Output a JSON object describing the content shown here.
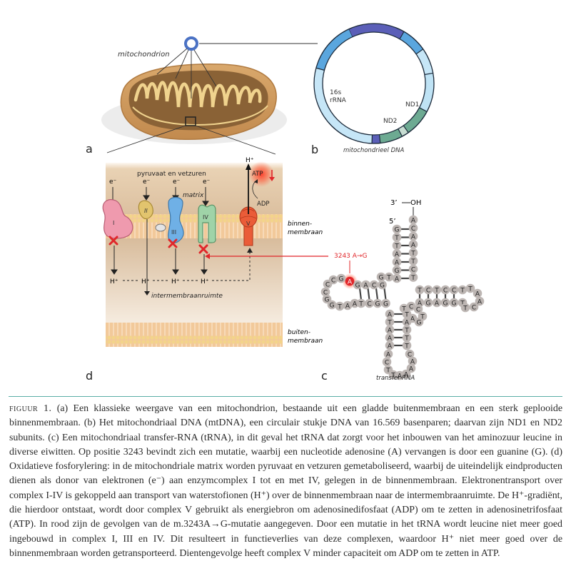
{
  "panels": {
    "a": {
      "letter": "a",
      "label": "mitochondrion"
    },
    "b": {
      "letter": "b",
      "label": "mitochondrieel DNA",
      "genes": [
        "16s",
        "rRNA",
        "ND1",
        "ND2"
      ],
      "segments": [
        {
          "from": -115,
          "to": -60,
          "color": "#5b5fb8"
        },
        {
          "from": -60,
          "to": -35,
          "color": "#5aa6de"
        },
        {
          "from": -35,
          "to": -10,
          "color": "#c6e6f7"
        },
        {
          "from": -10,
          "to": 28,
          "color": "#bfe3f5"
        },
        {
          "from": 28,
          "to": 55,
          "color": "#6daa92"
        },
        {
          "from": 55,
          "to": 62,
          "color": "#c7ddd2"
        },
        {
          "from": 62,
          "to": 84,
          "color": "#6daa92"
        },
        {
          "from": 84,
          "to": 92,
          "color": "#5b5fb8"
        },
        {
          "from": 92,
          "to": 195,
          "color": "#c6e6f7"
        },
        {
          "from": 195,
          "to": 245,
          "color": "#5aa6de"
        }
      ]
    },
    "c": {
      "letter": "c",
      "label": "transfer-RNA",
      "three_prime": "3’",
      "oh": "OH",
      "five_prime": "5’",
      "mutation_label": "3243 A→G"
    },
    "d": {
      "letter": "d",
      "substrates": "pyruvaat en vetzuren",
      "matrix": "matrix",
      "inner_membrane": [
        "binnen-",
        "membraan"
      ],
      "outer_membrane": [
        "buiten-",
        "membraan"
      ],
      "intermembrane": "intermembraanruimte",
      "electron": "e⁻",
      "proton": "H⁺",
      "atp": "ATP",
      "adp": "ADP",
      "complexes": [
        "I",
        "II",
        "III",
        "IV",
        "V"
      ]
    }
  },
  "trna": {
    "acceptor_left": [
      "G",
      "T",
      "T",
      "A",
      "A",
      "G",
      "A"
    ],
    "acceptor_right": [
      "A",
      "C",
      "A",
      "A",
      "T",
      "T",
      "C",
      "T"
    ],
    "d_loop": [
      "A",
      "G",
      "C",
      "C",
      "G",
      "G",
      "T",
      "A",
      "A",
      "T",
      "C",
      "G",
      "G"
    ],
    "d_stem_top": [
      "G",
      "A",
      "C",
      "G"
    ],
    "connector": [
      "G",
      "T"
    ],
    "t_stem_top": [
      "T",
      "C",
      "T",
      "C",
      "C",
      "T"
    ],
    "t_loop": [
      "T",
      "A",
      "A",
      "C",
      "T"
    ],
    "t_stem_bottom": [
      "A",
      "G",
      "A",
      "G",
      "G",
      "T"
    ],
    "var_loop": [
      "C",
      "C",
      "T",
      "A",
      "G"
    ],
    "ac_left": [
      "A",
      "T",
      "A",
      "A",
      "A"
    ],
    "ac_right": [
      "T",
      "A",
      "T",
      "T",
      "T"
    ],
    "ac_loop": [
      "A",
      "C",
      "T",
      "T",
      "A",
      "A",
      "A",
      "C",
      "T",
      "C"
    ],
    "mutation_base": "A"
  },
  "caption": {
    "label": "figuur 1.",
    "text": " (a) Een klassieke weergave van een mitochondrion, bestaande uit een gladde buitenmembraan en een sterk geplooide binnenmembraan. (b) Het mitochondriaal DNA (mtDNA), een circulair stukje DNA van 16.569 basenparen; daarvan zijn ND1 en ND2 subunits. (c) Een mitochondriaal transfer-RNA (tRNA), in dit geval het tRNA dat zorgt voor het inbouwen van het aminozuur leucine in diverse eiwitten. Op positie 3243 bevindt zich een mutatie, waarbij een nucleotide adenosine (A) vervangen is door een guanine (G). (d) Oxidatieve fosforylering: in de mitochondriale matrix worden pyruvaat en vetzuren gemetaboliseerd, waarbij de uiteindelijk eindproducten dienen als donor van elektronen (e⁻) aan enzymcomplex I tot en met IV, gelegen in de binnenmembraan. Elektronentransport over complex I-IV is gekoppeld aan transport van waterstofionen (H⁺) over de binnenmembraan naar de intermembraanruimte. De H⁺-gradiënt, die hierdoor ontstaat, wordt door complex V gebruikt als energiebron om adenosinedifosfaat (ADP) om te zetten in adenosinetrifosfaat (ATP). In rood zijn de gevolgen van de m.3243A→G-mutatie aangegeven. Door een mutatie in het tRNA wordt leucine niet meer goed ingebouwd in complex I, III en IV. Dit resulteert in functieverlies van deze complexen, waardoor H⁺ niet meer goed over de binnenmembraan worden getransporteerd. Dientengevolge heeft complex V minder capaciteit om ADP om te zetten in ATP."
  },
  "colors": {
    "accent_red": "#e0262a",
    "rule": "#5aaea6",
    "complex_I": "#ef9aae",
    "complex_II": "#e2c46e",
    "complex_III": "#6fb0e6",
    "complex_IV": "#9fd3a8",
    "complex_V": "#ea5c38"
  }
}
